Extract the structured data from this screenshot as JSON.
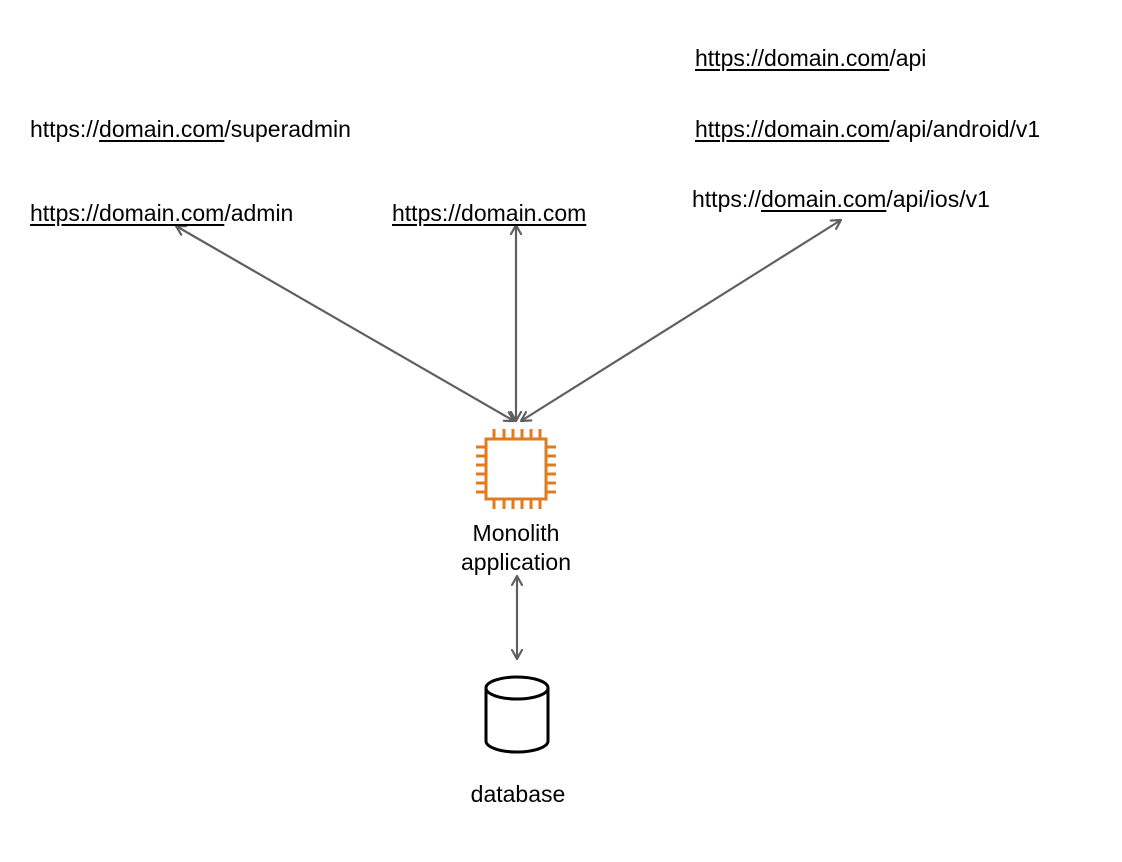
{
  "urls": {
    "api": {
      "prefix": "",
      "underlined": "https://domain.com",
      "suffix": "/api"
    },
    "superadmin": {
      "prefix": "https://",
      "underlined": "domain.com",
      "suffix": "/superadmin"
    },
    "android": {
      "prefix": "",
      "underlined": "https://domain.com",
      "suffix": "/api/android/v1"
    },
    "ios": {
      "prefix": "https://",
      "underlined": "domain.com",
      "suffix": "/api/ios/v1"
    },
    "admin": {
      "prefix": "",
      "underlined": "https://domain.com",
      "suffix": "/admin"
    },
    "root": {
      "prefix": "",
      "underlined": "https://domain.com",
      "suffix": ""
    }
  },
  "nodes": {
    "monolith": {
      "label_line1": "Monolith",
      "label_line2": "application",
      "icon": "processor-chip-icon"
    },
    "database": {
      "label": "database",
      "icon": "database-cylinder-icon"
    }
  },
  "colors": {
    "chip": "#e07b1f",
    "arrow": "#5f5f5f",
    "text": "#000000"
  }
}
